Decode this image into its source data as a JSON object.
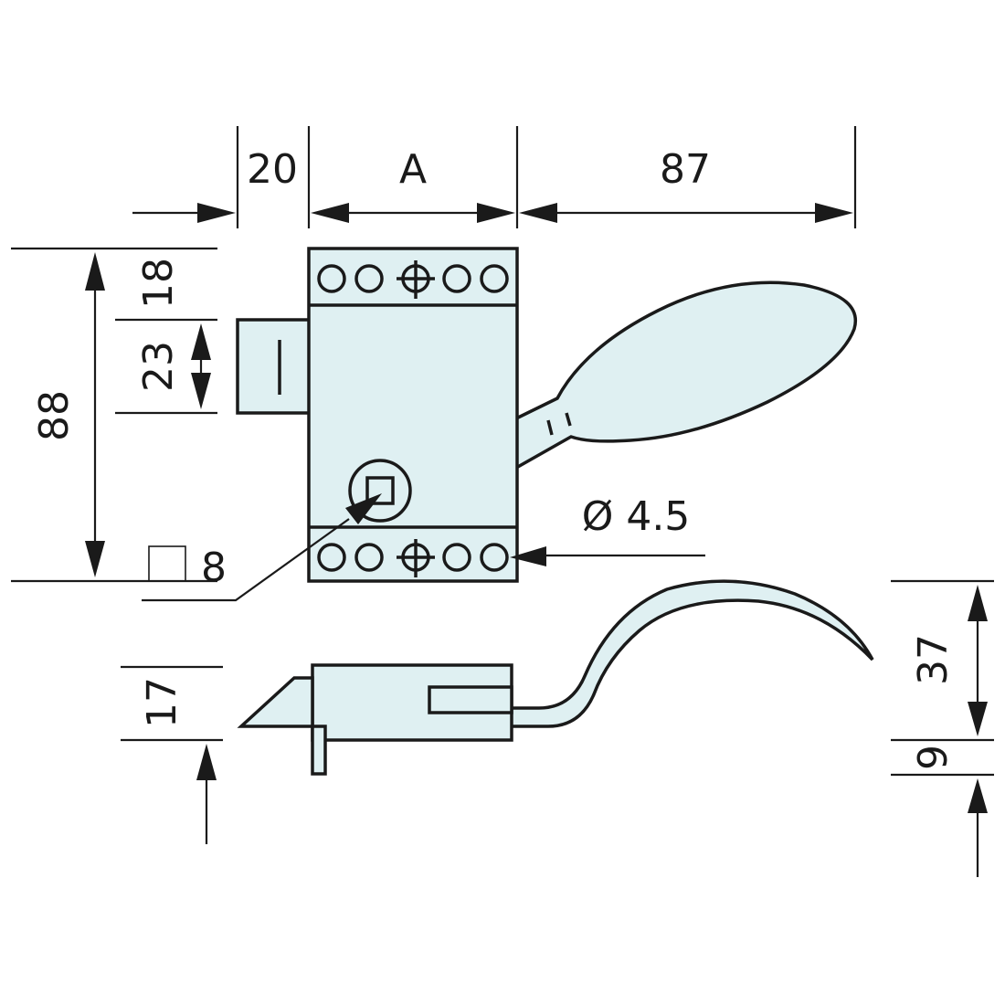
{
  "colors": {
    "part_fill": "#dff0f2",
    "line": "#1a1a1a"
  },
  "dimensions": {
    "top_left": "20",
    "top_middle": "A",
    "top_right": "87",
    "left_overall": "88",
    "left_top": "18",
    "left_bolt": "23",
    "square_drive": "8",
    "hole_diameter": "Ø 4.5",
    "side_thickness": "17",
    "right_lever_height": "37",
    "right_offset": "9"
  },
  "icons": {
    "square_symbol": "square-symbol-icon"
  }
}
